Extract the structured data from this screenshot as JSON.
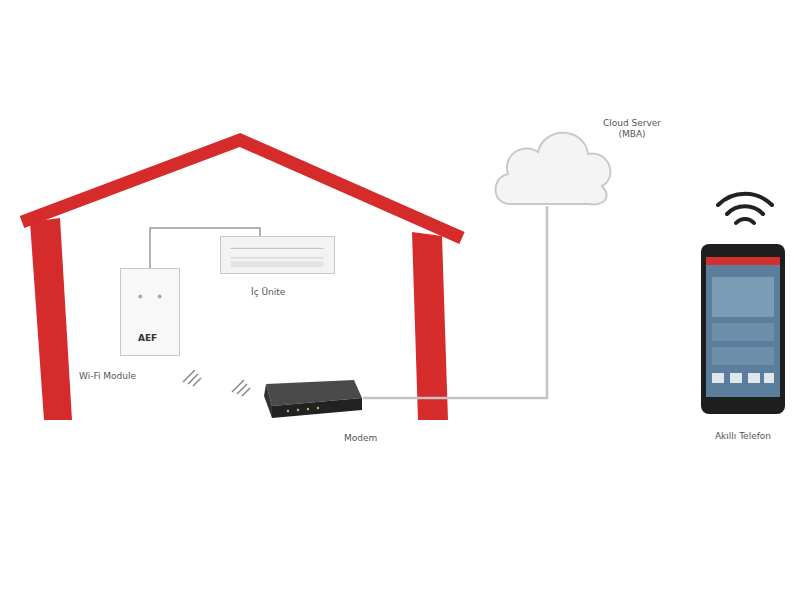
{
  "diagram": {
    "nodes": [
      {
        "text": [
          "İç Ünite"
        ]
      },
      {
        "text": [
          "AEF",
          "Wi-Fi Module"
        ]
      },
      {
        "text": [
          "Modem"
        ]
      },
      {
        "text": [
          "Cloud Server (MBA)"
        ]
      },
      {
        "text": [
          "Akıllı Telefon"
        ]
      }
    ],
    "edges": [
      {
        "from": 1,
        "to": 0,
        "arrow": "none"
      },
      {
        "from": 2,
        "to": 3,
        "arrow": "none"
      }
    ]
  }
}
